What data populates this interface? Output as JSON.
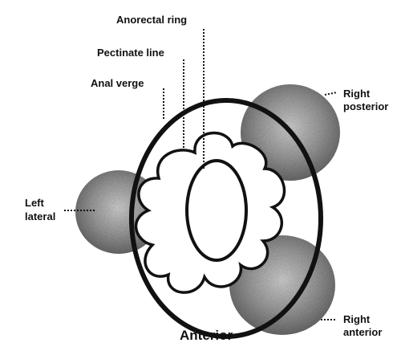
{
  "labels": {
    "anorectal_ring": "Anorectal ring",
    "pectinate_line": "Pectinate line",
    "anal_verge": "Anal verge",
    "right_posterior_1": "Right",
    "right_posterior_2": "posterior",
    "left_lateral_1": "Left",
    "left_lateral_2": "lateral",
    "right_anterior_1": "Right",
    "right_anterior_2": "anterior",
    "anterior": "Anterior"
  },
  "colors": {
    "ink": "#111111",
    "shading": "#8a8a8a",
    "background": "#ffffff"
  }
}
